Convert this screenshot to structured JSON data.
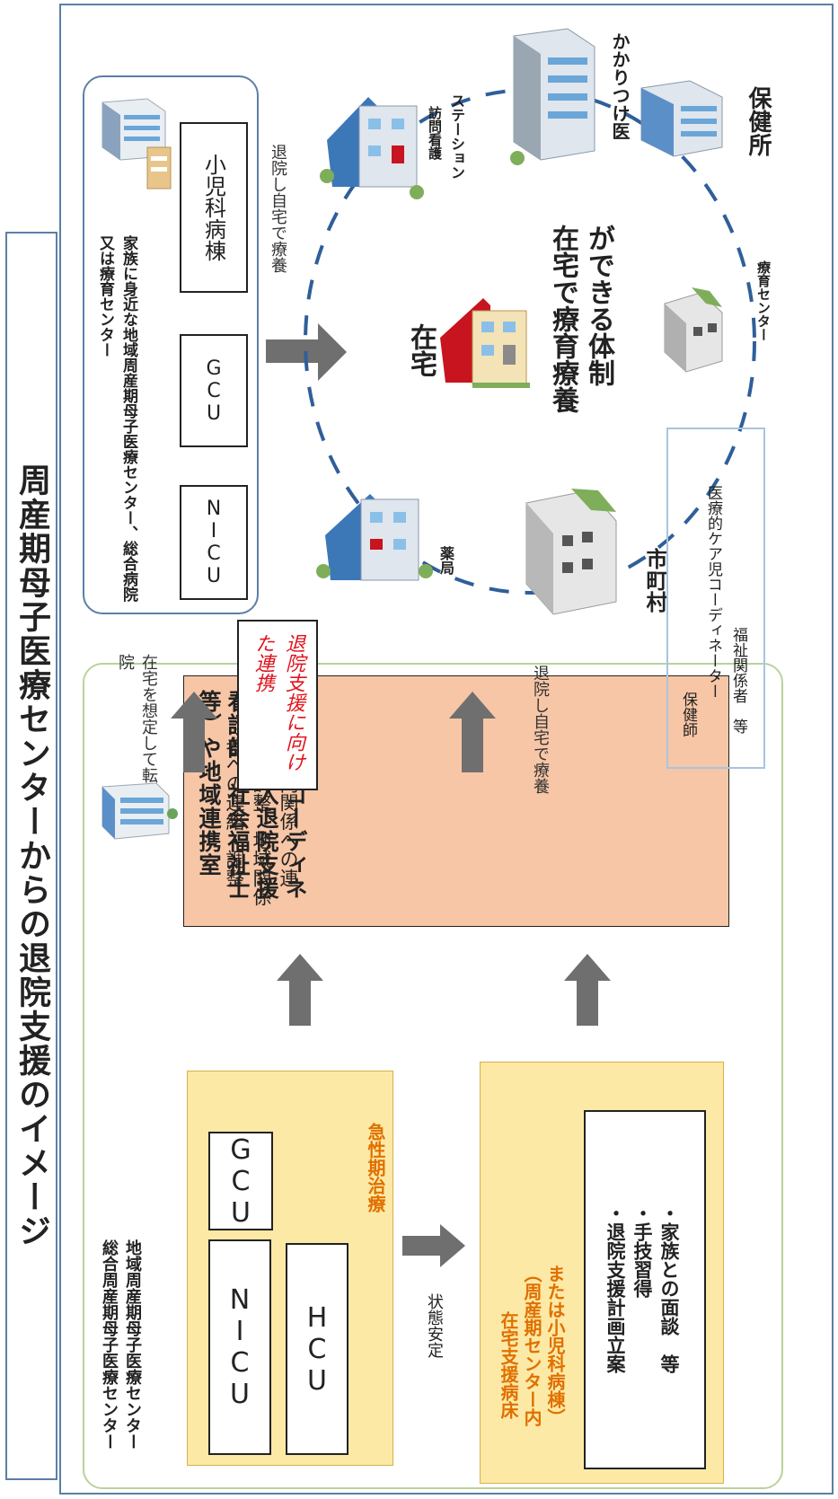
{
  "title": "周産期母子医療センターからの退院支援のイメージ",
  "center_label": {
    "line1": "総合周産期母子医療センター",
    "line2": "地域周産期母子医療センター"
  },
  "acute": {
    "nicu": "NICU",
    "gcu": "GCU",
    "hcu": "HCU",
    "label": "急性期治療"
  },
  "stable_label": "状態安定",
  "home_support": {
    "title": "在宅支援病床",
    "sub1": "（周産期センター内",
    "sub2": "または小児科病棟）",
    "items": [
      "・退院支援計画立案",
      "・手技習得",
      "・家族との面談　等"
    ]
  },
  "coordinator": {
    "title": "退院支援コーディネーター（入退院支援看護師、社会福祉士等）や地域連携室",
    "body": "・院内関係への連絡・調整、地域関係者への連絡・調整"
  },
  "transfer_label": "在宅を想定して転院",
  "collab_label": "退院支援に向けた連携",
  "discharge_label": "退院し自宅で療養",
  "hospital_box": {
    "title": "家族に身近な地域周産期母子医療センター、総合病院又は療育センター",
    "nicu": "NICU",
    "gcu": "GCU",
    "pediatric": "小児科病棟"
  },
  "discharge_top_label": "退院し自宅で療養",
  "home": {
    "title": "在宅",
    "caption_line1": "在宅で療育療養",
    "caption_line2": "ができる体制"
  },
  "nodes": {
    "pharmacy": "薬局",
    "visiting_nursing_line1": "訪問看護",
    "visiting_nursing_line2": "ステーション",
    "family_doctor": "かかりつけ医",
    "health_center": "保健所",
    "rehab_center": "療育センター",
    "municipality": "市町村"
  },
  "municipality_staff": [
    "保健師",
    "医療的ケア児コーディネーター",
    "福祉関係者　等"
  ],
  "colors": {
    "frame": "#5b7fa6",
    "acute_fill": "#fde9a6",
    "acute_border": "#d8b04a",
    "coordinator_fill": "#f7c6a6",
    "red_text": "#e0141e",
    "orange_text": "#e07000",
    "arrow": "#6f6f6f",
    "dashed_ring": "#2f5f9a"
  }
}
